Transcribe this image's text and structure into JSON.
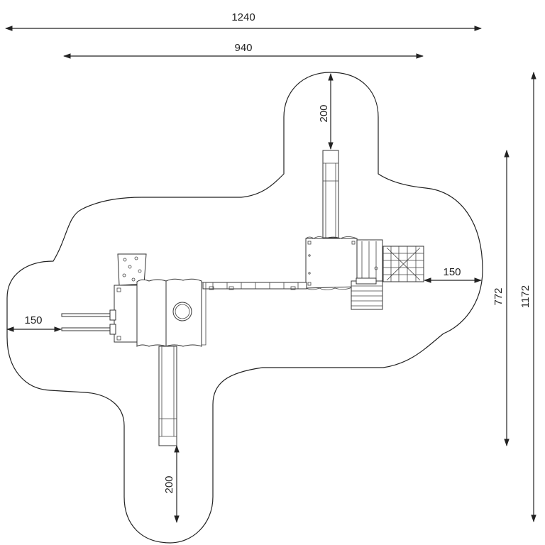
{
  "dimensions": {
    "overall_width_outer": "1240",
    "overall_width_inner": "940",
    "top_clearance": "200",
    "bottom_clearance": "200",
    "left_clearance": "150",
    "right_clearance": "150",
    "overall_depth_inner": "772",
    "overall_depth_outer": "1172"
  }
}
